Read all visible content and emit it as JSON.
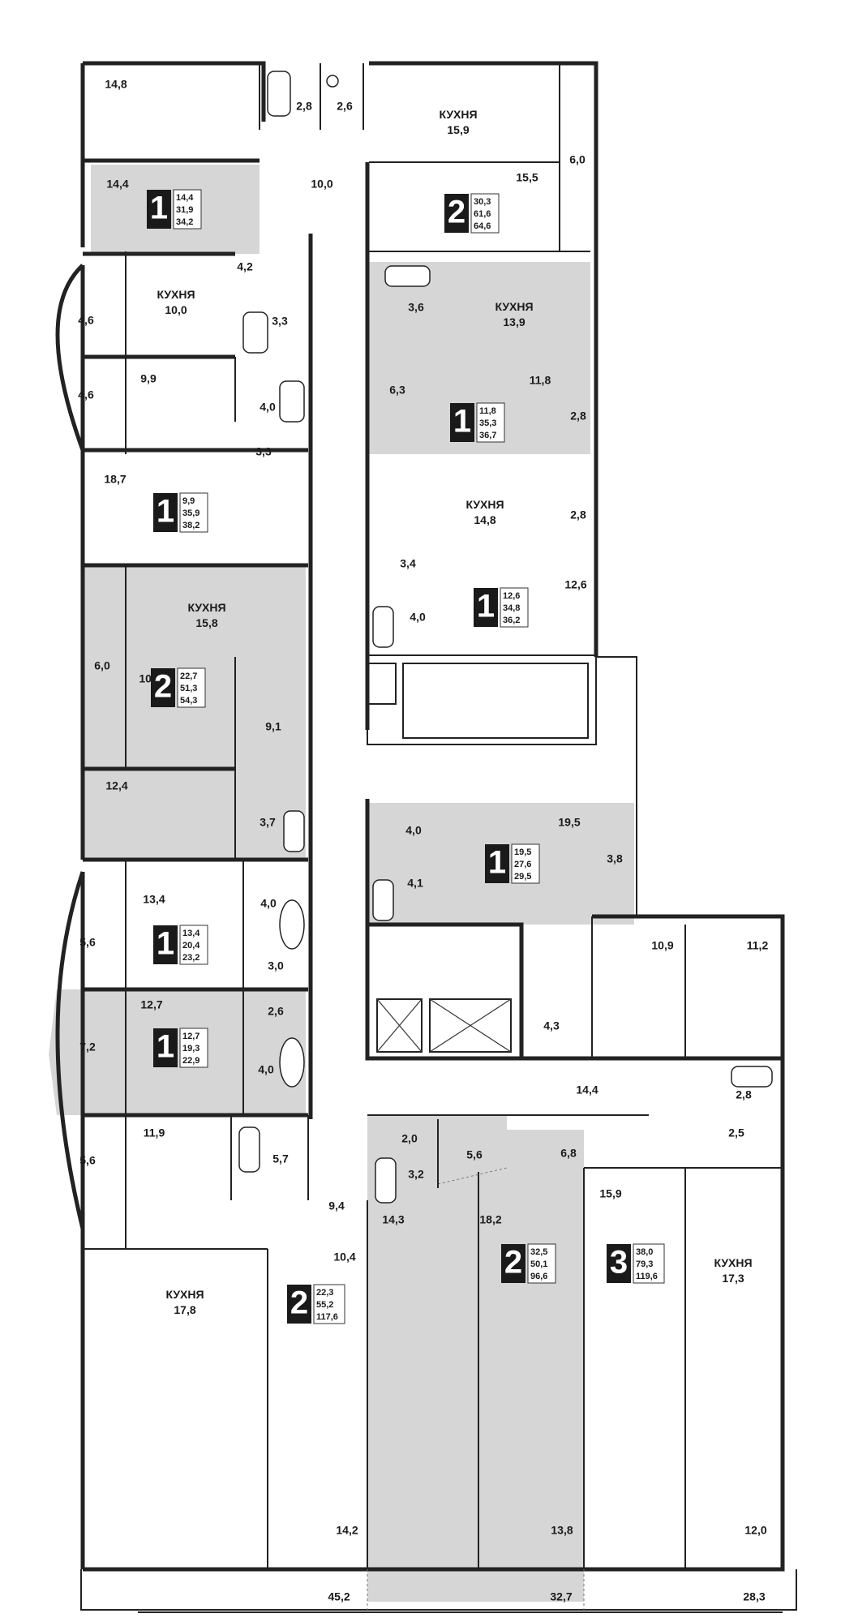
{
  "rooms": [
    {
      "id": "r01",
      "label": "14,8"
    },
    {
      "id": "r02",
      "label": "2,8"
    },
    {
      "id": "r03",
      "label": "2,6"
    },
    {
      "id": "r04",
      "label": "10,0"
    },
    {
      "id": "r05",
      "label": "14,4"
    },
    {
      "id": "r06",
      "label": "6,0"
    },
    {
      "id": "r07",
      "label": "15,5"
    },
    {
      "id": "r08",
      "label": "4,2"
    },
    {
      "id": "r09",
      "label": "3,3"
    },
    {
      "id": "r10",
      "label": "4,6"
    },
    {
      "id": "r11",
      "label": "4,6"
    },
    {
      "id": "r12",
      "label": "9,9"
    },
    {
      "id": "r13",
      "label": "4,0"
    },
    {
      "id": "r14",
      "label": "3,3"
    },
    {
      "id": "r15",
      "label": "3,6"
    },
    {
      "id": "r16",
      "label": "6,3"
    },
    {
      "id": "r17",
      "label": "11,8"
    },
    {
      "id": "r18",
      "label": "2,8"
    },
    {
      "id": "r19",
      "label": "18,7"
    },
    {
      "id": "r20",
      "label": "2,8"
    },
    {
      "id": "r21",
      "label": "3,4"
    },
    {
      "id": "r22",
      "label": "4,0"
    },
    {
      "id": "r23",
      "label": "12,6"
    },
    {
      "id": "r24",
      "label": "6,0"
    },
    {
      "id": "r25",
      "label": "10,3"
    },
    {
      "id": "r26",
      "label": "9,1"
    },
    {
      "id": "r27",
      "label": "12,4"
    },
    {
      "id": "r28",
      "label": "3,7"
    },
    {
      "id": "r29",
      "label": "4,0"
    },
    {
      "id": "r30",
      "label": "19,5"
    },
    {
      "id": "r31",
      "label": "4,1"
    },
    {
      "id": "r32",
      "label": "3,8"
    },
    {
      "id": "r33",
      "label": "13,4"
    },
    {
      "id": "r34",
      "label": "4,0"
    },
    {
      "id": "r35",
      "label": "5,6"
    },
    {
      "id": "r36",
      "label": "3,0"
    },
    {
      "id": "r37",
      "label": "10,9"
    },
    {
      "id": "r38",
      "label": "11,2"
    },
    {
      "id": "r39",
      "label": "12,7"
    },
    {
      "id": "r40",
      "label": "2,6"
    },
    {
      "id": "r41",
      "label": "7,2"
    },
    {
      "id": "r42",
      "label": "4,0"
    },
    {
      "id": "r43",
      "label": "4,3"
    },
    {
      "id": "r44",
      "label": "14,4"
    },
    {
      "id": "r45",
      "label": "2,8"
    },
    {
      "id": "r46",
      "label": "2,5"
    },
    {
      "id": "r47",
      "label": "2,0"
    },
    {
      "id": "r48",
      "label": "5,6"
    },
    {
      "id": "r49",
      "label": "6,8"
    },
    {
      "id": "r50",
      "label": "11,9"
    },
    {
      "id": "r51",
      "label": "5,7"
    },
    {
      "id": "r52",
      "label": "3,2"
    },
    {
      "id": "r53",
      "label": "5,6"
    },
    {
      "id": "r54",
      "label": "9,4"
    },
    {
      "id": "r55",
      "label": "14,3"
    },
    {
      "id": "r56",
      "label": "18,2"
    },
    {
      "id": "r57",
      "label": "15,9"
    },
    {
      "id": "r58",
      "label": "10,4"
    },
    {
      "id": "r59",
      "label": "14,2"
    },
    {
      "id": "r60",
      "label": "13,8"
    },
    {
      "id": "r61",
      "label": "12,0"
    },
    {
      "id": "r62",
      "label": "45,2"
    },
    {
      "id": "r63",
      "label": "32,7"
    },
    {
      "id": "r64",
      "label": "28,3"
    }
  ],
  "kitchens": [
    {
      "id": "k1",
      "word": "КУХНЯ",
      "area": "15,9"
    },
    {
      "id": "k2",
      "word": "КУХНЯ",
      "area": "10,0"
    },
    {
      "id": "k3",
      "word": "КУХНЯ",
      "area": "13,9"
    },
    {
      "id": "k4",
      "word": "КУХНЯ",
      "area": "14,8"
    },
    {
      "id": "k5",
      "word": "КУХНЯ",
      "area": "15,8"
    },
    {
      "id": "k6",
      "word": "КУХНЯ",
      "area": "17,3"
    },
    {
      "id": "k7",
      "word": "КУХНЯ",
      "area": "17,8"
    }
  ],
  "apartments": [
    {
      "id": "a1",
      "rooms": "1",
      "living": "14,4",
      "total": "31,9",
      "with_balcony": "34,2"
    },
    {
      "id": "a2",
      "rooms": "2",
      "living": "30,3",
      "total": "61,6",
      "with_balcony": "64,6"
    },
    {
      "id": "a3",
      "rooms": "1",
      "living": "11,8",
      "total": "35,3",
      "with_balcony": "36,7"
    },
    {
      "id": "a4",
      "rooms": "1",
      "living": "9,9",
      "total": "35,9",
      "with_balcony": "38,2"
    },
    {
      "id": "a5",
      "rooms": "1",
      "living": "12,6",
      "total": "34,8",
      "with_balcony": "36,2"
    },
    {
      "id": "a6",
      "rooms": "2",
      "living": "22,7",
      "total": "51,3",
      "with_balcony": "54,3"
    },
    {
      "id": "a7",
      "rooms": "1",
      "living": "19,5",
      "total": "27,6",
      "with_balcony": "29,5"
    },
    {
      "id": "a8",
      "rooms": "1",
      "living": "13,4",
      "total": "20,4",
      "with_balcony": "23,2"
    },
    {
      "id": "a9",
      "rooms": "1",
      "living": "12,7",
      "total": "19,3",
      "with_balcony": "22,9"
    },
    {
      "id": "a10",
      "rooms": "2",
      "living": "32,5",
      "total": "50,1",
      "with_balcony": "96,6"
    },
    {
      "id": "a11",
      "rooms": "3",
      "living": "38,0",
      "total": "79,3",
      "with_balcony": "119,6"
    },
    {
      "id": "a12",
      "rooms": "2",
      "living": "22,3",
      "total": "55,2",
      "with_balcony": "117,6"
    }
  ],
  "colors": {
    "highlight": "#d6d6d6",
    "wall": "#222222",
    "badge": "#1a1a1a"
  }
}
